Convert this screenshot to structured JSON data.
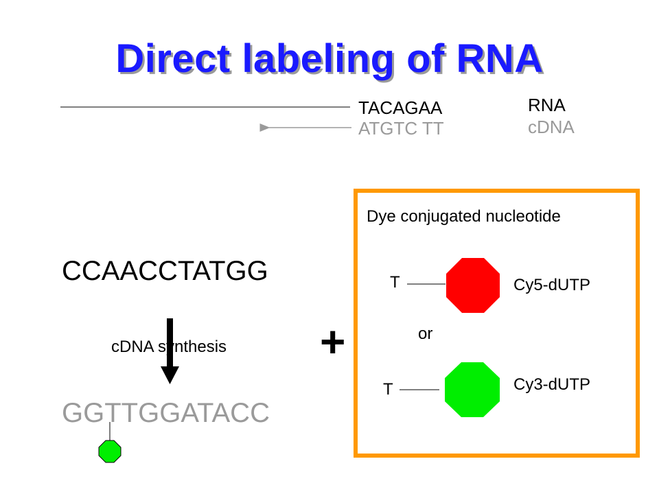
{
  "title": "Direct labeling of RNA",
  "top_strand": {
    "seq": "TACAGAA",
    "label": "RNA"
  },
  "bottom_strand": {
    "seq": "ATGTC TT",
    "label": "cDNA"
  },
  "template_seq": "CCAACCTATGG",
  "synthesis_label": "cDNA synthesis",
  "product_seq": "GGTTGGATACC",
  "plus_sign": "+",
  "box": {
    "heading": "Dye conjugated nucleotide",
    "or_label": "or",
    "dye1": {
      "base": "T",
      "name": "Cy5-dUTP",
      "color": "#ff0000"
    },
    "dye2": {
      "base": "T",
      "name": "Cy3-dUTP",
      "color": "#00ee00"
    },
    "border_color": "#ff9900"
  },
  "product_dye_color": "#00ee00"
}
